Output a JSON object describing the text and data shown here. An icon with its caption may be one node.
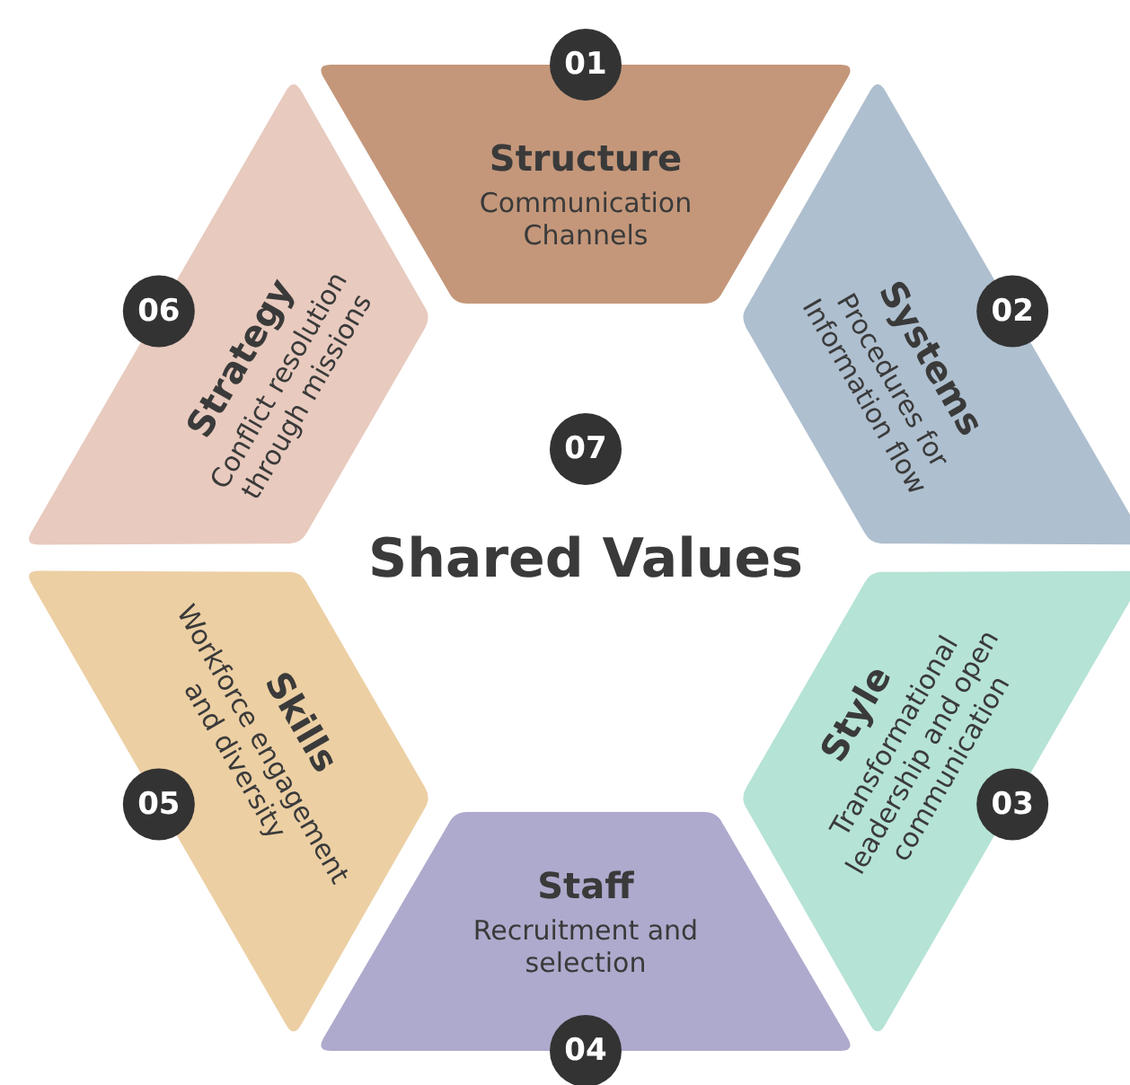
{
  "diagram": {
    "nodes": [
      {
        "text": [
          "01",
          "Structure",
          "Communication Channels"
        ]
      },
      {
        "text": [
          "02",
          "Systems",
          "Procedures for Information flow"
        ]
      },
      {
        "text": [
          "03",
          "Style",
          "Transformational leadership and open communication"
        ]
      },
      {
        "text": [
          "Staff",
          "Recruitment and selection",
          "04"
        ]
      },
      {
        "text": [
          "05",
          "Skills",
          "Workforce engagement and diversity"
        ]
      },
      {
        "text": [
          "06",
          "Strategy",
          "Conflict resolution through missions"
        ]
      },
      {
        "text": [
          "07",
          "Shared Values"
        ]
      }
    ]
  }
}
